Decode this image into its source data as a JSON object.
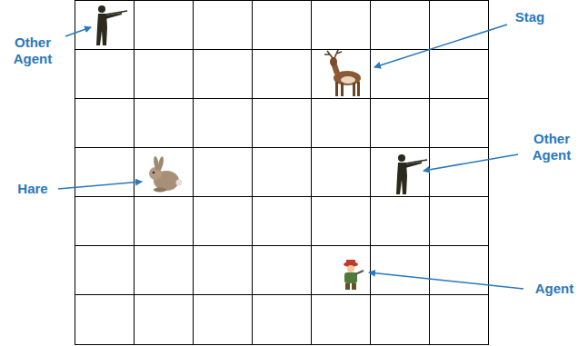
{
  "diagram": {
    "labels": [
      "Other Agent",
      "Stag",
      "Other Agent",
      "Hare",
      "Agent"
    ]
  }
}
